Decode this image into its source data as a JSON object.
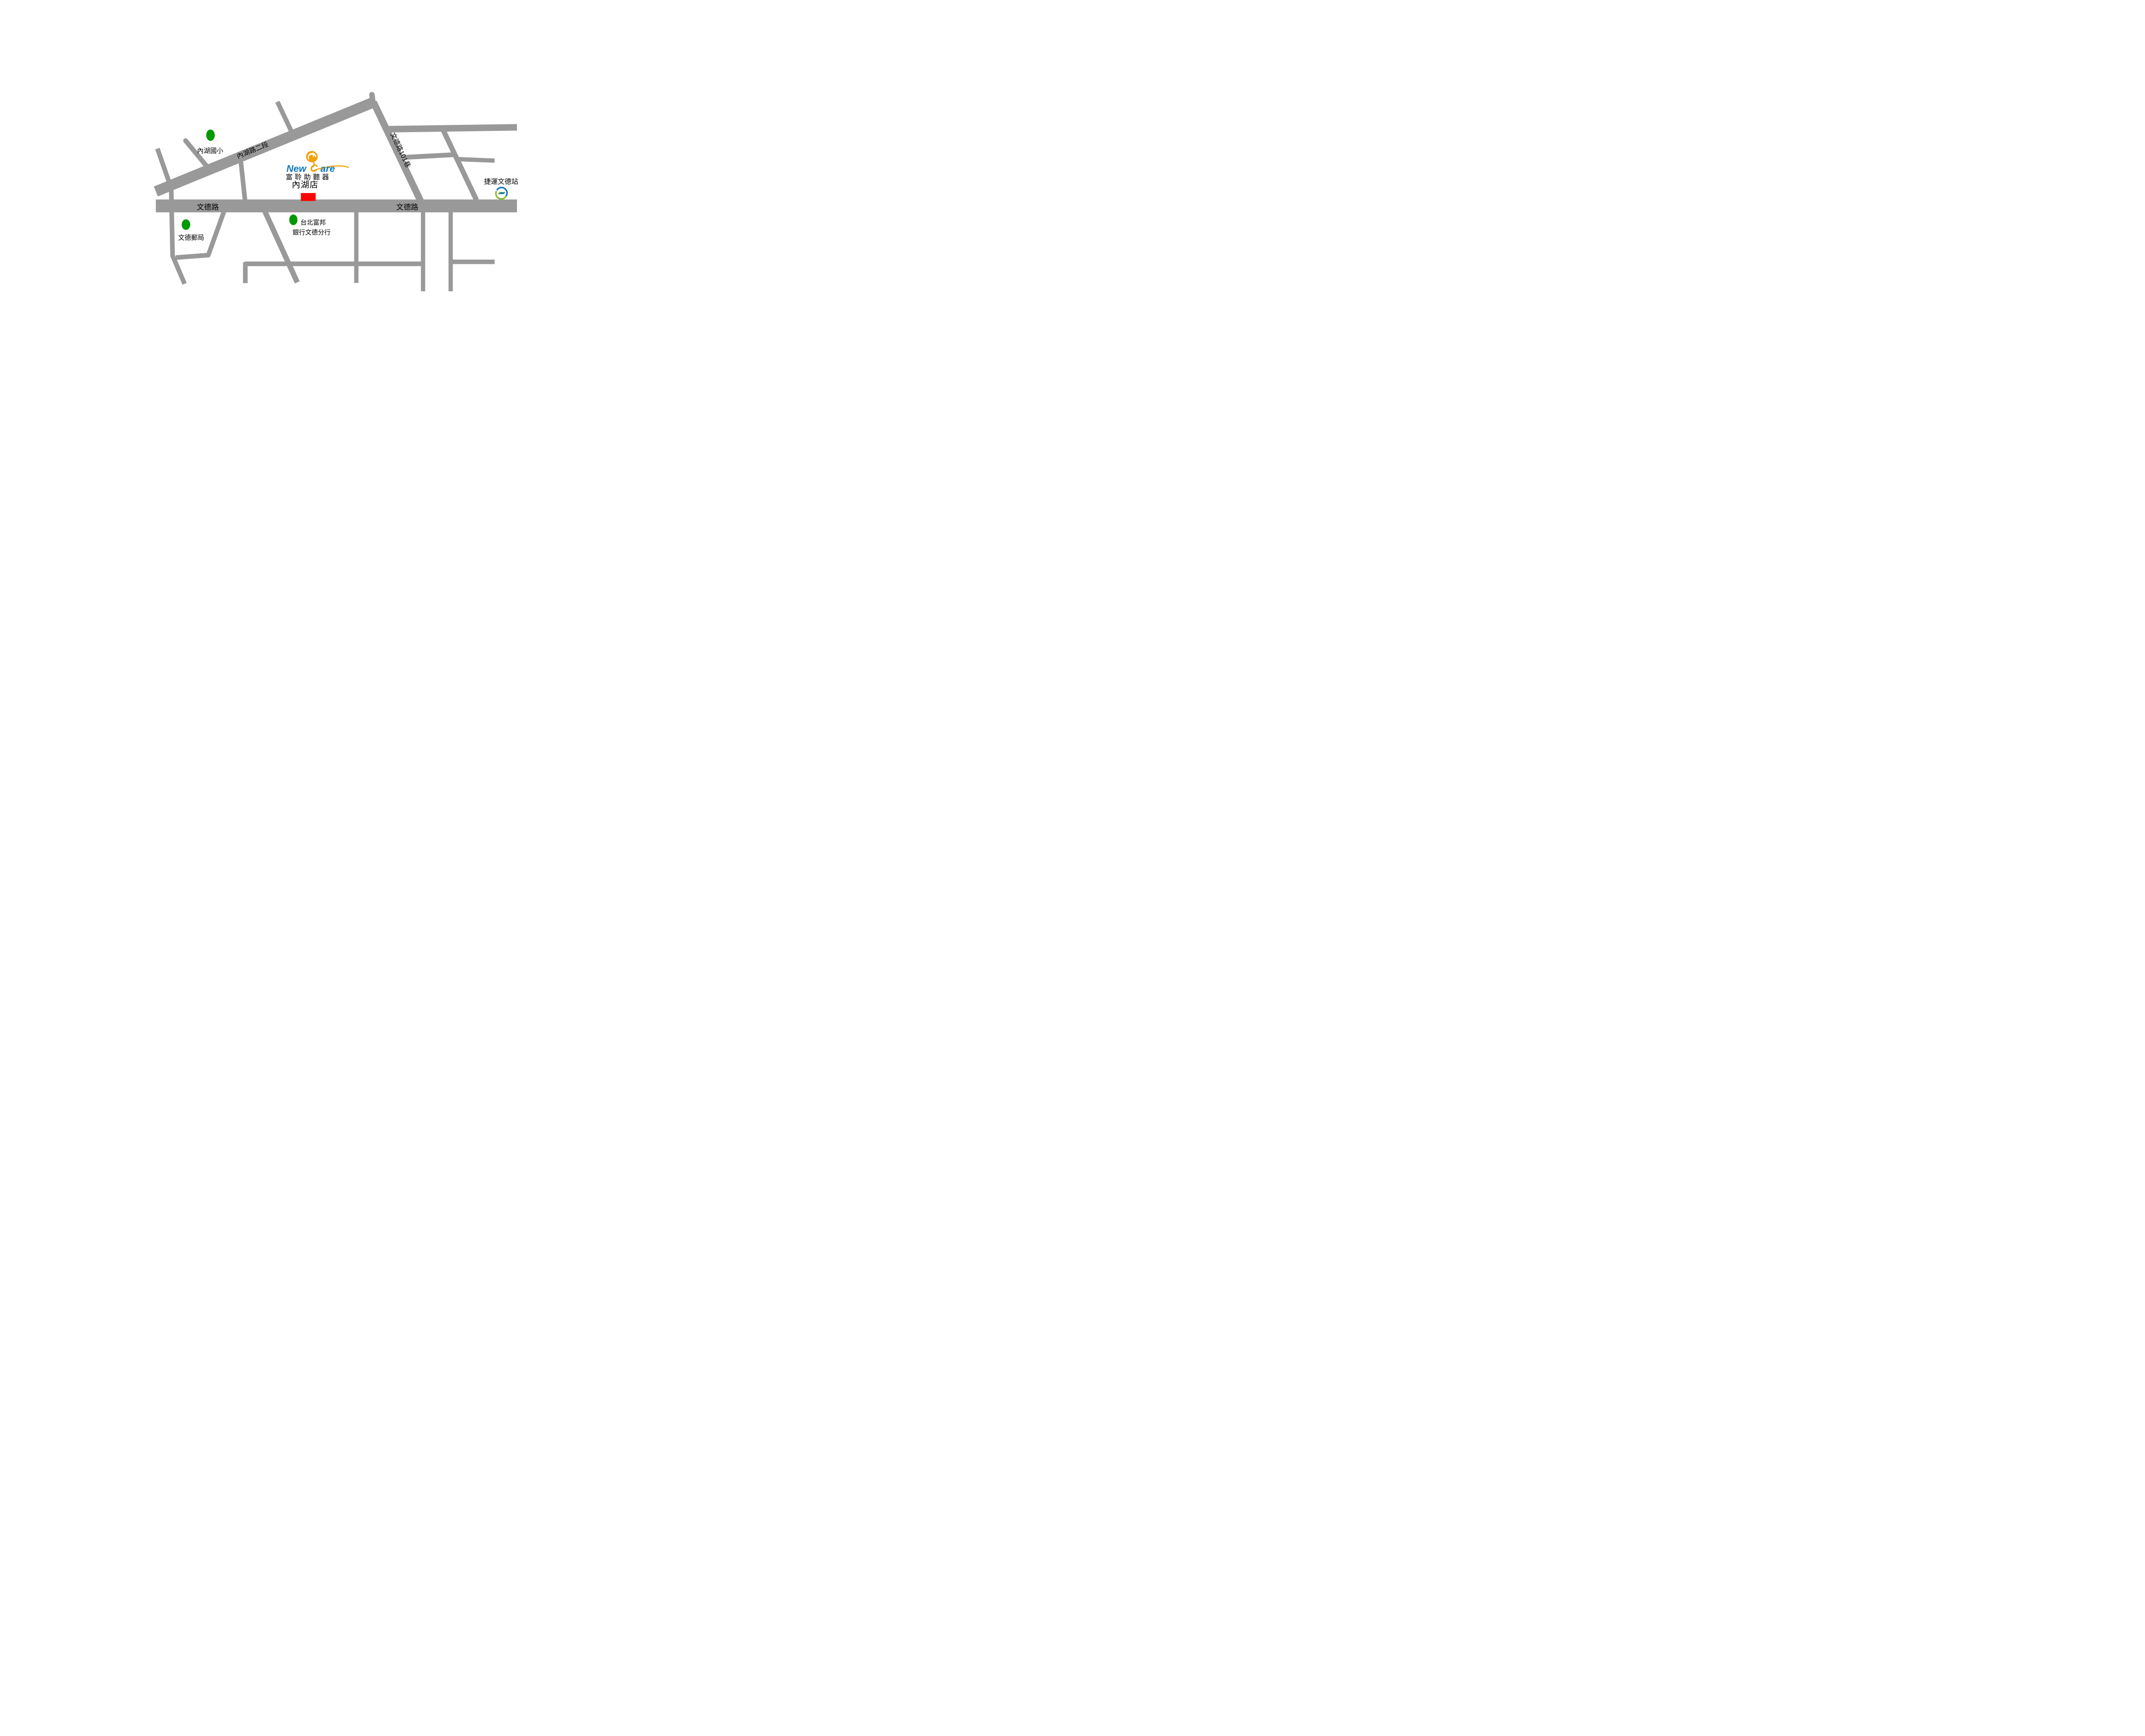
{
  "colors": {
    "background": "#FFFFFF",
    "road_gray": "#999999",
    "marker_green": "#009903",
    "brand_blue": "#1377B9",
    "brand_orange": "#F0A208",
    "highlight_red": "#FF0000",
    "mrt_blue": "#1272B5",
    "mrt_green": "#7DB929",
    "label_black": "#000000"
  },
  "roads": {
    "wende_main": {
      "label": "文德路"
    },
    "neihu_sec2": {
      "label": "內湖路二段"
    },
    "lane101": {
      "label": "文德路101巷"
    }
  },
  "landmarks": {
    "school": {
      "label": "內湖國小"
    },
    "post_office": {
      "label": "文德郵局"
    },
    "bank": {
      "label_line1": "台北富邦",
      "label_line2": "銀行文德分行"
    },
    "mrt_station": {
      "label": "捷運文德站"
    }
  },
  "store": {
    "wordmark": {
      "part1": "New",
      "part2": "C",
      "part3": "are"
    },
    "brand_zh": "富聆助聽器",
    "branch": "內湖店"
  }
}
